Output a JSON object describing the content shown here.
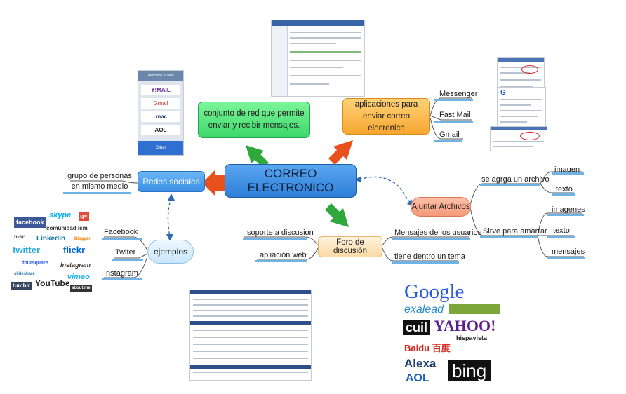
{
  "central": "CORREO ELECTRONICO",
  "definition": "conjunto de red que permite enviar y recibir mensajes.",
  "apps": {
    "label": "aplicaciones para enviar correo elecronico",
    "items": [
      "Messenger",
      "Fast Mail",
      "Gmail"
    ]
  },
  "social": {
    "label": "Redes sociales",
    "description": "grupo de personas en mismo medio",
    "examples_label": "ejemplos",
    "examples": [
      "Facebook",
      "Twiter",
      "Instagram"
    ]
  },
  "attach": {
    "label": "Ajuntar Archivos",
    "branch1": "se agrga un archivo",
    "branch1_items": [
      "imagen",
      "texto"
    ],
    "branch2": "Sirve para amarrar",
    "branch2_items": [
      "imagenes",
      "texto",
      "mensajes"
    ]
  },
  "forum": {
    "label": "Foro de discusión",
    "left_items": [
      "soporte a discusion",
      "apliación web"
    ],
    "right_items": [
      "Mensajes de los usuarios",
      "tiene dentro un tema"
    ]
  },
  "phone": {
    "title": "Welcome to Mail",
    "providers": [
      "Y!MAIL",
      "Gmail",
      ".mac",
      "AOL",
      "Other"
    ]
  },
  "social_logos": [
    "facebook",
    "skype",
    "g+",
    "comunidad ism",
    "msn",
    "LinkedIn",
    "Blogger",
    "twitter",
    "flickr",
    "foursquare",
    "Instagram",
    "slideshare",
    "vimeo",
    "tumblr",
    "YouTube",
    "about.me"
  ],
  "search_logos": [
    "Google",
    "exalead",
    "cuil",
    "YAHOO!",
    "hispavista",
    "Baidu 百度",
    "Alexa",
    "AOL",
    "bing"
  ],
  "colors": {
    "central": "#2e7fd8",
    "green": "#3cd86a",
    "orange": "#f7a730",
    "arrow_orange": "#e8501e",
    "arrow_green": "#2fa83c",
    "branch_line": "#6fb3e4"
  }
}
